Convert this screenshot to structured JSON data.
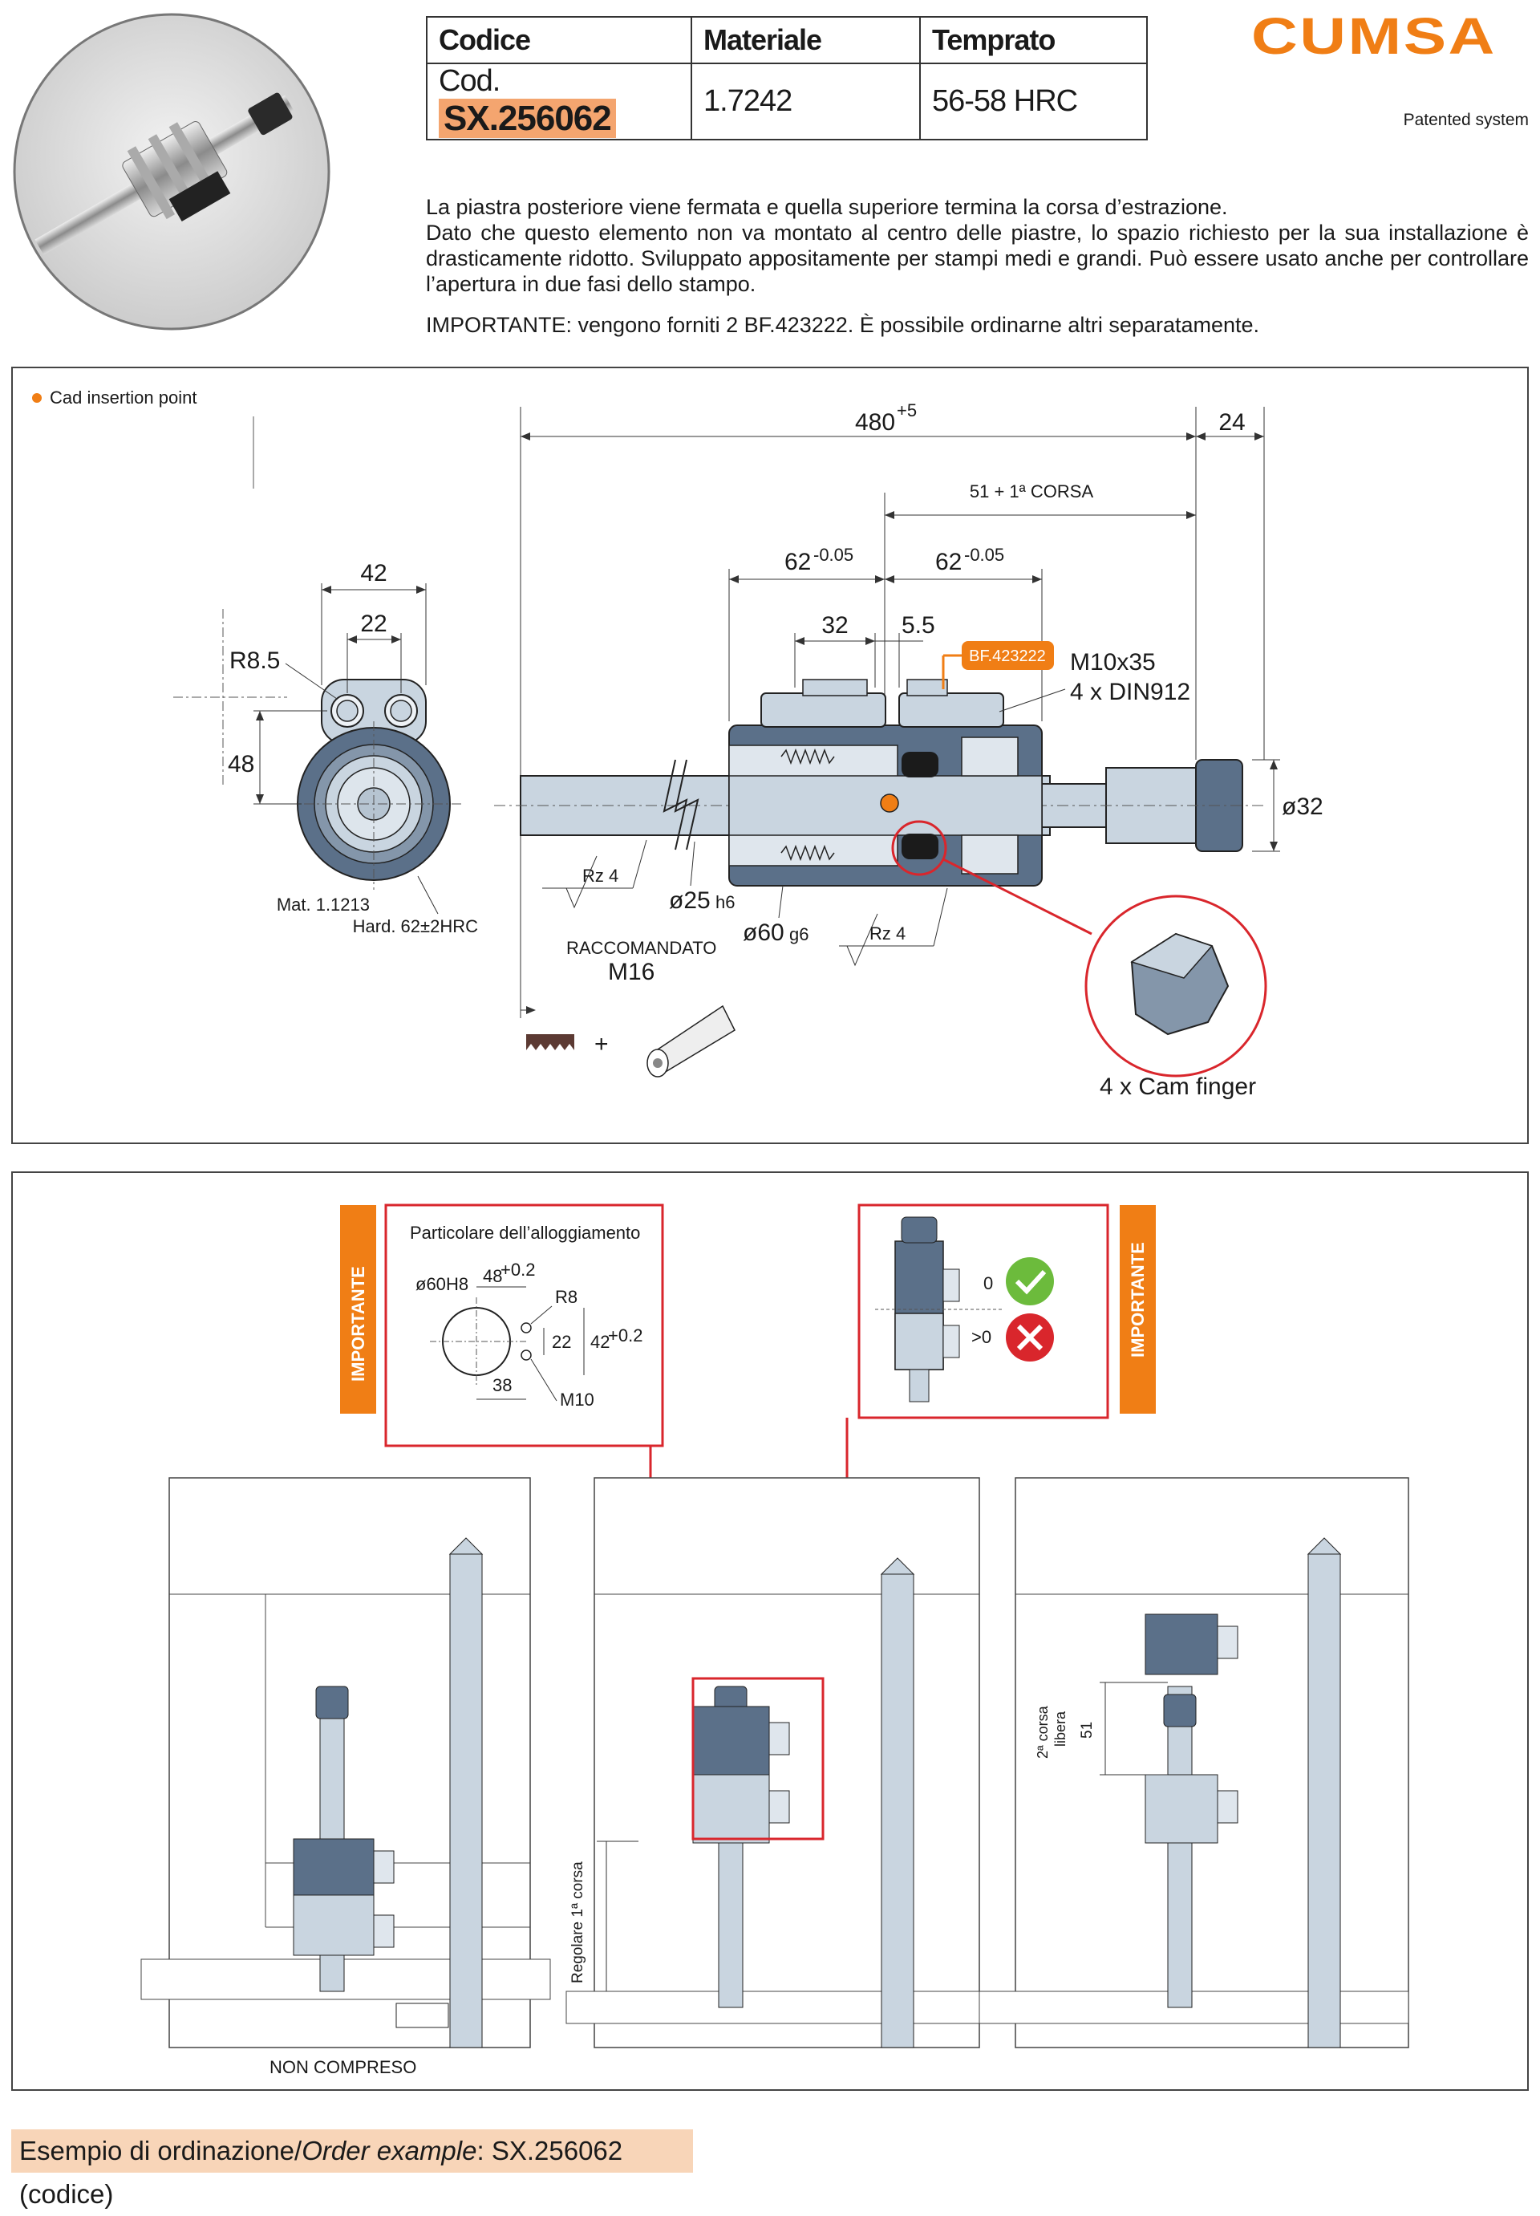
{
  "header": {
    "table": {
      "col1_header": "Codice",
      "col2_header": "Materiale",
      "col3_header": "Temprato",
      "code_prefix": "Cod.",
      "code_value": "SX.256062",
      "material": "1.7242",
      "hardness": "56-58 HRC"
    },
    "brand": "CUMSA",
    "patent": "Patented system"
  },
  "description": {
    "line1": "La piastra posteriore viene fermata e quella superiore termina la corsa d’estrazione.",
    "line2": "Dato che questo elemento non va montato al centro delle piastre, lo spazio richiesto per la sua installazione è drasticamente ridotto. Sviluppato appositamente per stampi medi e grandi. Può essere usato anche per controllare l’apertura in due fasi dello stampo.",
    "important": "IMPORTANTE: vengono forniti 2 BF.423222. È possibile ordinarne altri separatamente."
  },
  "drawing1": {
    "cad_label": "Cad insertion point",
    "dim_480": "480",
    "dim_480_tol": "+5",
    "dim_24": "24",
    "dim_51": "51 + 1ª CORSA",
    "dim_62a": "62",
    "dim_62a_tol": "-0.05",
    "dim_62b": "62",
    "dim_62b_tol": "-0.05",
    "dim_32": "32",
    "dim_55": "5.5",
    "bf_tag": "BF.423222",
    "screw": "M10x35",
    "screw_std": "4 x DIN912",
    "dia_32": "ø32",
    "dim_42": "42",
    "dim_22": "22",
    "r85": "R8.5",
    "dim_48": "48",
    "mat": "Mat. 1.1213",
    "hard": "Hard. 62±2HRC",
    "rz4a": "Rz 4",
    "rz4b": "Rz 4",
    "dia_25": "ø25",
    "dia_25_tol": "h6",
    "dia_60": "ø60",
    "dia_60_tol": "g6",
    "raccomandato": "RACCOMANDATO",
    "m16": "M16",
    "plus": "+",
    "cam": "4 x Cam finger"
  },
  "drawing2": {
    "importante_left": "IMPORTANTE",
    "importante_right": "IMPORTANTE",
    "detail_title": "Particolare dell’alloggiamento",
    "d_phi60": "ø60",
    "d_phi60_tol": "H8",
    "d_48": "48",
    "d_48_tol": "+0.2",
    "d_r8": "R8",
    "d_22": "22",
    "d_42": "42",
    "d_42_tol": "+0.2",
    "d_38": "38",
    "d_m10": "M10",
    "ok_label": "0",
    "bad_label": ">0",
    "non_compreso": "NON COMPRESO",
    "regolare": "Regolare 1ª corsa",
    "corsa2": "2ª corsa",
    "libera": "libera",
    "d51": "51"
  },
  "footer": {
    "prefix": "Esempio di ordinazione/",
    "italic": "Order example",
    "suffix": ": SX.256062 (codice)"
  },
  "colors": {
    "accent": "#f07e15",
    "highlight": "#f4a56f",
    "red": "#d9262c",
    "green": "#6cbb3c",
    "steel_dark": "#5b7089",
    "steel_light": "#c9d5e0"
  }
}
